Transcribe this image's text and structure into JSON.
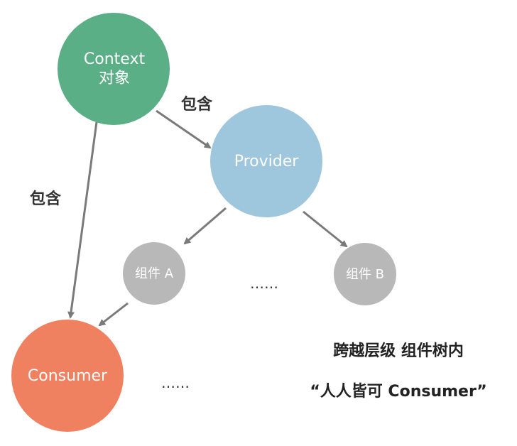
{
  "nodes": {
    "context": {
      "line1": "Context",
      "line2": "对象",
      "color": "#5aaf86"
    },
    "provider": {
      "label": "Provider",
      "color": "#9ec6dc"
    },
    "component_a": {
      "label": "组件 A",
      "color": "#b8b8b8"
    },
    "component_b": {
      "label": "组件 B",
      "color": "#b8b8b8"
    },
    "consumer": {
      "label": "Consumer",
      "color": "#ef8160"
    }
  },
  "edges": {
    "context_provider_label": "包含",
    "context_consumer_label": "包含",
    "arrow_color": "#7a7a7a"
  },
  "ellipsis": {
    "middle": "……",
    "bottom": "……"
  },
  "note": {
    "line1": "跨越层级 组件树内",
    "line2": "“人人皆可 Consumer”"
  }
}
